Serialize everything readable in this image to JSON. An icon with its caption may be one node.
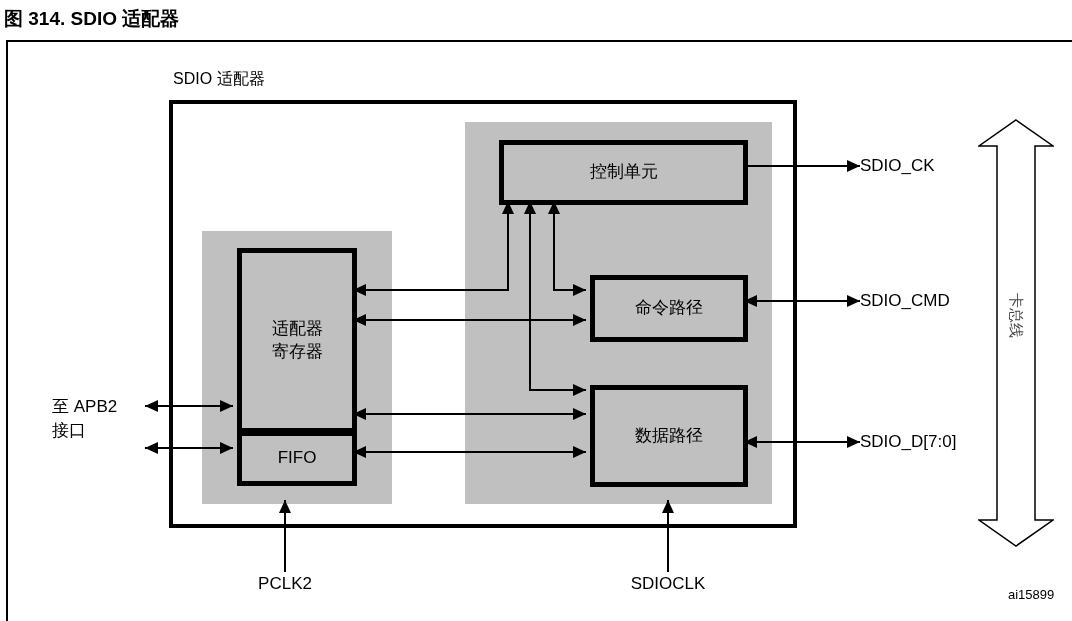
{
  "diagram": {
    "title": "图 314. SDIO 适配器",
    "nodes": [
      {
        "text": [
          "SDIO 适配器"
        ]
      },
      {
        "text": [],
        "shape": "box",
        "in": 0
      },
      {
        "text": [
          "适配器寄存器"
        ],
        "in": 1
      },
      {
        "text": [
          "FIFO"
        ],
        "in": 1
      },
      {
        "text": [],
        "shape": "box",
        "in": 0
      },
      {
        "text": [
          "控制单元"
        ],
        "in": 4
      },
      {
        "text": [
          "命令路径"
        ],
        "in": 4
      },
      {
        "text": [
          "数据路径"
        ],
        "in": 4
      },
      {
        "text": [
          "SDIO_CK"
        ]
      },
      {
        "text": [
          "SDIO_CMD"
        ]
      },
      {
        "text": [
          "SDIO_D[7:0]"
        ]
      },
      {
        "text": [
          "至 APB2 接口"
        ]
      },
      {
        "text": [
          "PCLK2"
        ]
      },
      {
        "text": [
          "SDIOCLK"
        ]
      },
      {
        "text": [
          "卡总线"
        ]
      }
    ],
    "edges": [
      {
        "from": 2,
        "to": 5,
        "arrow": "both"
      },
      {
        "from": 2,
        "to": 6,
        "arrow": "both"
      },
      {
        "from": 2,
        "to": 7,
        "arrow": "both"
      },
      {
        "from": 3,
        "to": 7,
        "arrow": "both"
      },
      {
        "from": 5,
        "to": 6,
        "arrow": "both"
      },
      {
        "from": 5,
        "to": 7,
        "arrow": "both"
      },
      {
        "from": 5,
        "to": 8,
        "arrow": "to"
      },
      {
        "from": 6,
        "to": 9,
        "arrow": "both"
      },
      {
        "from": 7,
        "to": 10,
        "arrow": "both"
      },
      {
        "from": 11,
        "to": 2,
        "arrow": "both"
      },
      {
        "from": 11,
        "to": 3,
        "arrow": "both"
      },
      {
        "from": 12,
        "to": 1,
        "arrow": "to"
      },
      {
        "from": 13,
        "to": 4,
        "arrow": "to"
      }
    ],
    "labels": [
      "ai15899"
    ]
  }
}
